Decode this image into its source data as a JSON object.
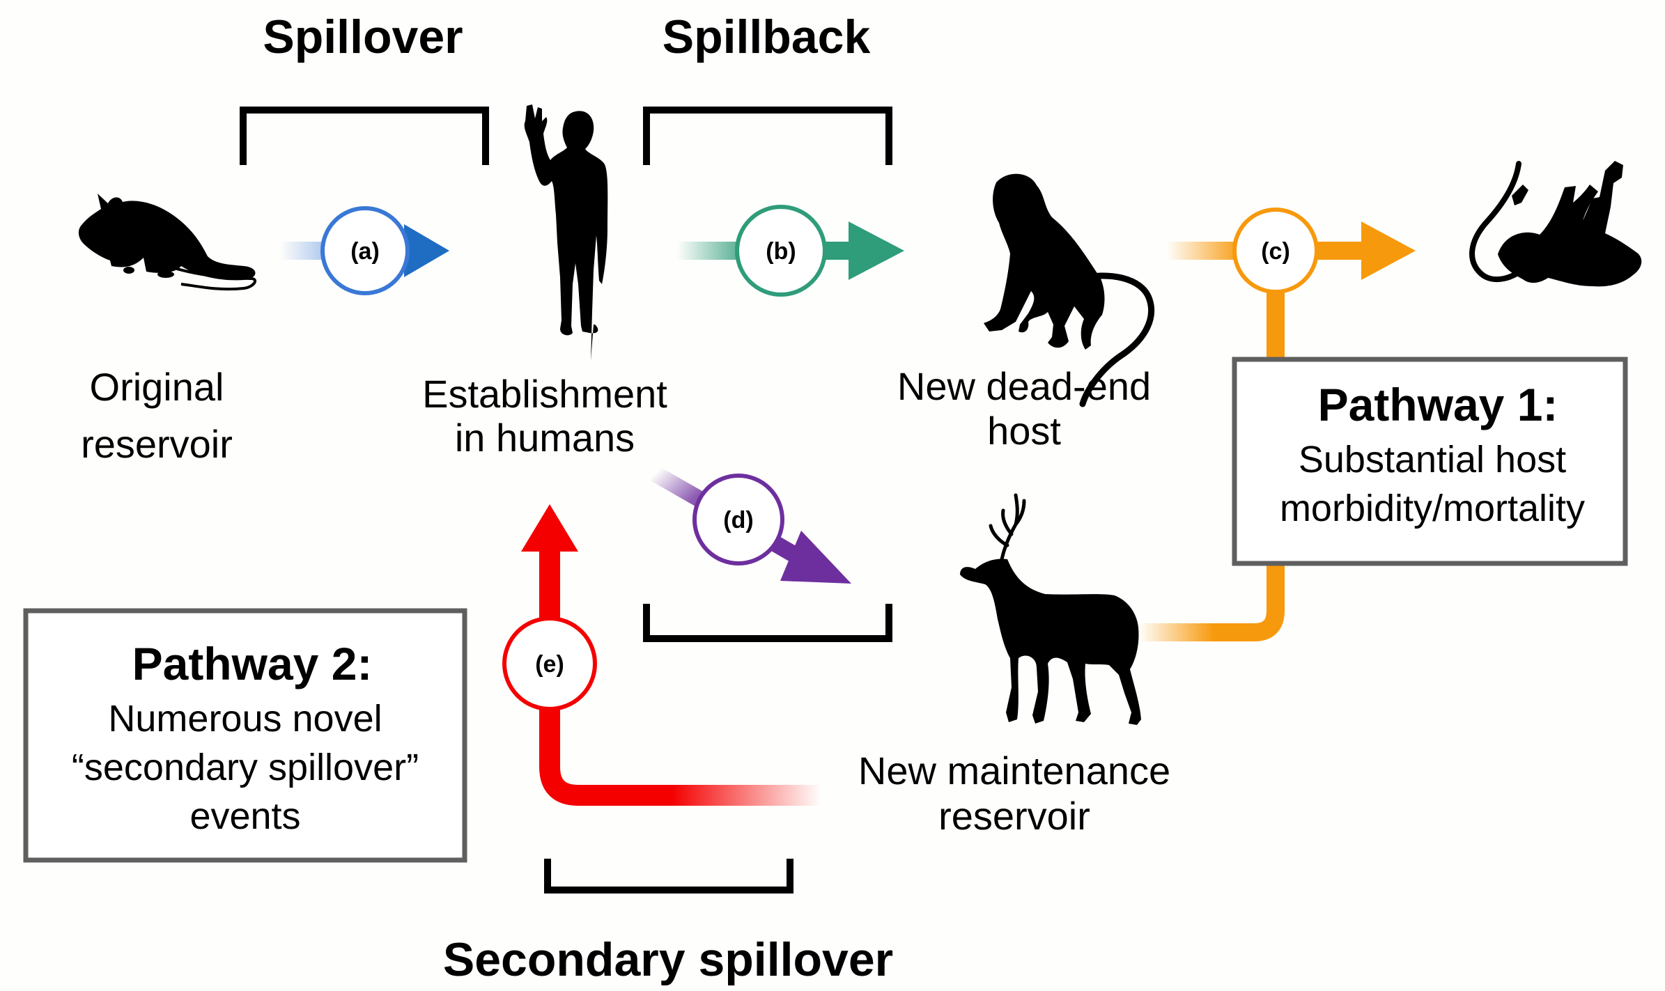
{
  "headers": {
    "spillover": "Spillover",
    "spillback": "Spillback",
    "secondary_spillover": "Secondary spillover"
  },
  "hosts": [
    {
      "id": "original-reservoir",
      "icon": "mouse-icon",
      "label_lines": [
        "Original",
        "reservoir"
      ]
    },
    {
      "id": "humans",
      "icon": "human-icon",
      "label_lines": [
        "Establishment",
        "in humans"
      ]
    },
    {
      "id": "dead-end-host",
      "icon": "monkey-icon",
      "label_lines": [
        "New dead-end",
        "host"
      ]
    },
    {
      "id": "dead-monkey",
      "icon": "dead-monkey-icon",
      "label_lines": []
    },
    {
      "id": "maintenance-reservoir",
      "icon": "deer-icon",
      "label_lines": [
        "New maintenance",
        "reservoir"
      ]
    }
  ],
  "transitions": [
    {
      "id": "a",
      "label": "(a)",
      "color": "#3a78d6",
      "from": "Original reservoir",
      "to": "Establishment in humans"
    },
    {
      "id": "b",
      "label": "(b)",
      "color": "#2f9c7a",
      "from": "Establishment in humans",
      "to": "New dead-end host"
    },
    {
      "id": "c",
      "label": "(c)",
      "color": "#f7990c",
      "from": "New dead-end host / New maintenance reservoir",
      "to": "Pathway 1"
    },
    {
      "id": "d",
      "label": "(d)",
      "color": "#6e2f9e",
      "from": "Establishment in humans",
      "to": "New maintenance reservoir"
    },
    {
      "id": "e",
      "label": "(e)",
      "color": "#f40000",
      "from": "New maintenance reservoir",
      "to": "Establishment in humans"
    }
  ],
  "pathways": [
    {
      "id": "pathway-1",
      "title": "Pathway 1:",
      "lines": [
        "Substantial host",
        "morbidity/mortality"
      ]
    },
    {
      "id": "pathway-2",
      "title": "Pathway 2:",
      "lines": [
        "Numerous novel",
        "“secondary spillover”",
        "events"
      ]
    }
  ]
}
